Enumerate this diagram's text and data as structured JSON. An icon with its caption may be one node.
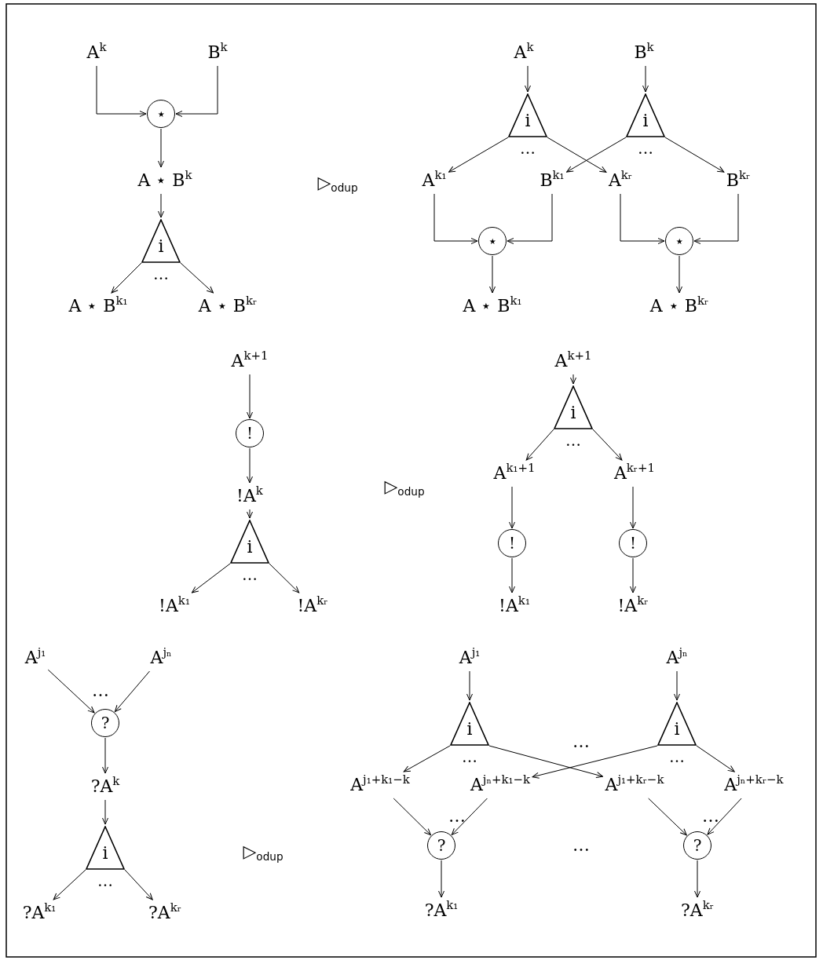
{
  "diagram": {
    "nodes": [
      {
        "text": [
          "A$^{k}$"
        ]
      },
      {
        "text": [
          "B$^{k}$"
        ]
      },
      {
        "text": [
          "⋆"
        ]
      },
      {
        "text": [
          "A ⋆ B$^{k}$"
        ]
      },
      {
        "text": [
          "i"
        ],
        "beside": [
          "…"
        ]
      },
      {
        "text": [
          "A ⋆ B$^{k₁}$"
        ]
      },
      {
        "text": [
          "A ⋆ B$^{kᵣ}$"
        ]
      },
      {
        "text": [
          "A$^{k}$"
        ]
      },
      {
        "text": [
          "B$^{k}$"
        ]
      },
      {
        "text": [
          "i"
        ],
        "beside": [
          "…"
        ]
      },
      {
        "text": [
          "i"
        ],
        "beside": [
          "…"
        ]
      },
      {
        "text": [
          "A$^{k₁}$"
        ]
      },
      {
        "text": [
          "B$^{k₁}$"
        ]
      },
      {
        "text": [
          "A$^{kᵣ}$"
        ]
      },
      {
        "text": [
          "B$^{kᵣ}$"
        ]
      },
      {
        "text": [
          "⋆"
        ]
      },
      {
        "text": [
          "⋆"
        ]
      },
      {
        "text": [
          "A ⋆ B$^{k₁}$"
        ]
      },
      {
        "text": [
          "A ⋆ B$^{kᵣ}$"
        ]
      },
      {
        "text": [
          "A$^{k+1}$"
        ]
      },
      {
        "text": [
          "!"
        ]
      },
      {
        "text": [
          "!A$^{k}$"
        ]
      },
      {
        "text": [
          "i"
        ],
        "beside": [
          "…"
        ]
      },
      {
        "text": [
          "!A$^{k₁}$"
        ]
      },
      {
        "text": [
          "!A$^{kᵣ}$"
        ]
      },
      {
        "text": [
          "A$^{k+1}$"
        ]
      },
      {
        "text": [
          "i"
        ],
        "beside": [
          "…"
        ]
      },
      {
        "text": [
          "A$^{k₁+1}$"
        ]
      },
      {
        "text": [
          "A$^{kᵣ+1}$"
        ]
      },
      {
        "text": [
          "!"
        ]
      },
      {
        "text": [
          "!"
        ]
      },
      {
        "text": [
          "!A$^{k₁}$"
        ]
      },
      {
        "text": [
          "!A$^{kᵣ}$"
        ]
      },
      {
        "text": [
          "A$^{j₁}$"
        ]
      },
      {
        "text": [
          "A$^{jₙ}$"
        ]
      },
      {
        "text": [
          "?"
        ]
      },
      {
        "text": [
          "?A$^{k}$"
        ]
      },
      {
        "text": [
          "i"
        ],
        "beside": [
          "…"
        ]
      },
      {
        "text": [
          "?A$^{k₁}$"
        ]
      },
      {
        "text": [
          "?A$^{kᵣ}$"
        ]
      },
      {
        "text": [
          "A$^{j₁}$"
        ]
      },
      {
        "text": [
          "A$^{jₙ}$"
        ]
      },
      {
        "text": [
          "i"
        ],
        "beside": [
          "…"
        ]
      },
      {
        "text": [
          "i"
        ],
        "beside": [
          "…"
        ]
      },
      {
        "text": [
          "A$^{j₁+k₁−k}$"
        ]
      },
      {
        "text": [
          "A$^{jₙ+k₁−k}$"
        ]
      },
      {
        "text": [
          "A$^{j₁+kᵣ−k}$"
        ]
      },
      {
        "text": [
          "A$^{jₙ+kᵣ−k}$"
        ]
      },
      {
        "text": [
          "?"
        ]
      },
      {
        "text": [
          "?"
        ]
      },
      {
        "text": [
          "?A$^{k₁}$"
        ]
      },
      {
        "text": [
          "?A$^{kᵣ}$"
        ]
      }
    ],
    "edges": [
      {
        "from": 0,
        "to": 2,
        "arrow": "to"
      },
      {
        "from": 1,
        "to": 2,
        "arrow": "to"
      },
      {
        "from": 2,
        "to": 3,
        "arrow": "to"
      },
      {
        "from": 3,
        "to": 4,
        "arrow": "to"
      },
      {
        "from": 4,
        "to": 5,
        "arrow": "to"
      },
      {
        "from": 4,
        "to": 6,
        "arrow": "to"
      },
      {
        "from": 7,
        "to": 9,
        "arrow": "to"
      },
      {
        "from": 8,
        "to": 10,
        "arrow": "to"
      },
      {
        "from": 9,
        "to": 11,
        "arrow": "to"
      },
      {
        "from": 9,
        "to": 13,
        "arrow": "to"
      },
      {
        "from": 10,
        "to": 12,
        "arrow": "to"
      },
      {
        "from": 10,
        "to": 14,
        "arrow": "to"
      },
      {
        "from": 11,
        "to": 15,
        "arrow": "to"
      },
      {
        "from": 12,
        "to": 15,
        "arrow": "to"
      },
      {
        "from": 13,
        "to": 16,
        "arrow": "to"
      },
      {
        "from": 14,
        "to": 16,
        "arrow": "to"
      },
      {
        "from": 15,
        "to": 17,
        "arrow": "to"
      },
      {
        "from": 16,
        "to": 18,
        "arrow": "to"
      },
      {
        "from": 19,
        "to": 20,
        "arrow": "to"
      },
      {
        "from": 20,
        "to": 21,
        "arrow": "to"
      },
      {
        "from": 21,
        "to": 22,
        "arrow": "to"
      },
      {
        "from": 22,
        "to": 23,
        "arrow": "to"
      },
      {
        "from": 22,
        "to": 24,
        "arrow": "to"
      },
      {
        "from": 25,
        "to": 26,
        "arrow": "to"
      },
      {
        "from": 26,
        "to": 27,
        "arrow": "to"
      },
      {
        "from": 26,
        "to": 28,
        "arrow": "to"
      },
      {
        "from": 27,
        "to": 29,
        "arrow": "to"
      },
      {
        "from": 28,
        "to": 30,
        "arrow": "to"
      },
      {
        "from": 29,
        "to": 31,
        "arrow": "to"
      },
      {
        "from": 30,
        "to": 32,
        "arrow": "to"
      },
      {
        "from": 33,
        "to": 35,
        "arrow": "to"
      },
      {
        "from": 34,
        "to": 35,
        "arrow": "to"
      },
      {
        "from": 35,
        "to": 36,
        "arrow": "to"
      },
      {
        "from": 36,
        "to": 37,
        "arrow": "to"
      },
      {
        "from": 37,
        "to": 38,
        "arrow": "to"
      },
      {
        "from": 37,
        "to": 39,
        "arrow": "to"
      },
      {
        "from": 40,
        "to": 42,
        "arrow": "to"
      },
      {
        "from": 41,
        "to": 43,
        "arrow": "to"
      },
      {
        "from": 42,
        "to": 44,
        "arrow": "to"
      },
      {
        "from": 42,
        "to": 46,
        "arrow": "to"
      },
      {
        "from": 43,
        "to": 45,
        "arrow": "to"
      },
      {
        "from": 43,
        "to": 47,
        "arrow": "to"
      },
      {
        "from": 44,
        "to": 48,
        "arrow": "to"
      },
      {
        "from": 45,
        "to": 48,
        "arrow": "to"
      },
      {
        "from": 46,
        "to": 49,
        "arrow": "to"
      },
      {
        "from": 47,
        "to": 49,
        "arrow": "to"
      },
      {
        "from": 48,
        "to": 50,
        "arrow": "to"
      },
      {
        "from": 49,
        "to": 51,
        "arrow": "to"
      }
    ],
    "labels": [
      "▷$_{odup}$",
      "▷$_{odup}$",
      "…",
      "…",
      "…",
      "…",
      "…",
      "▷$_{odup}$"
    ]
  }
}
